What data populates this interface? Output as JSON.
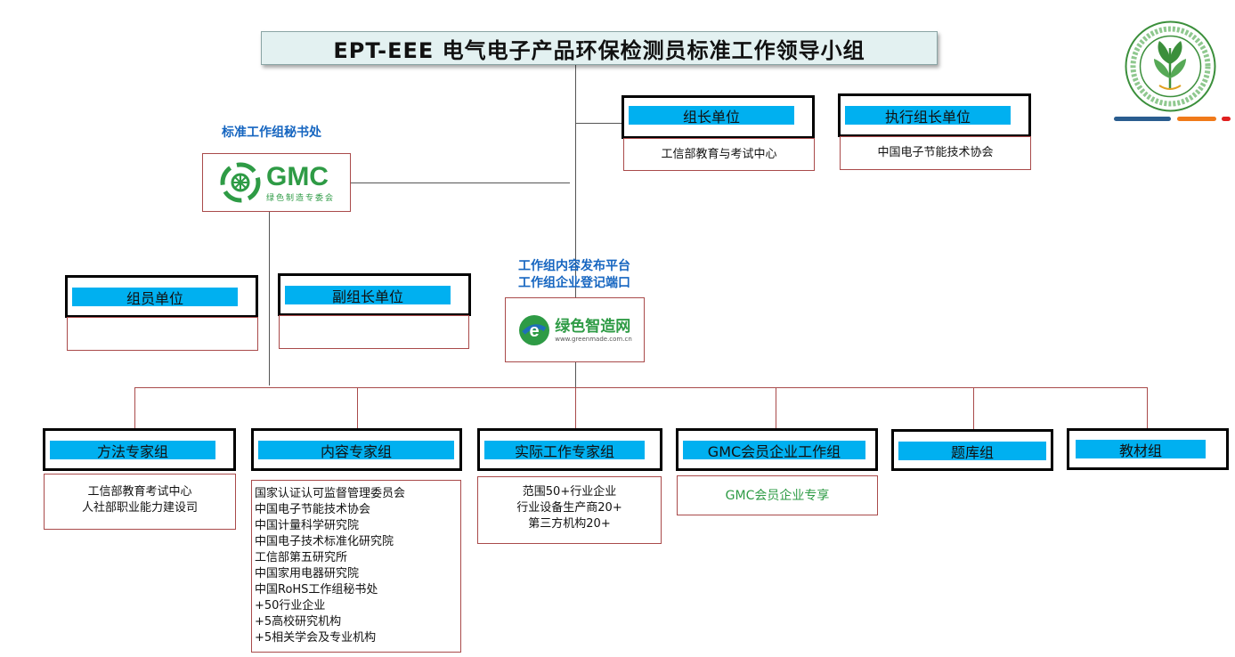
{
  "title": "EPT-EEE 电气电子产品环保检测员标准工作领导小组",
  "secretariat_label": "标准工作组秘书处",
  "gmc_logo": {
    "wordmark": "GMC",
    "tagline": "绿色制造专委会"
  },
  "platform_label_line1": "工作组内容发布平台",
  "platform_label_line2": "工作组企业登记端口",
  "greenmade_logo": {
    "wordmark": "绿色智造网",
    "url": "www.greenmade.com.cn"
  },
  "leader": {
    "title": "组长单位",
    "content": "工信部教育与考试中心"
  },
  "exec_leader": {
    "title": "执行组长单位",
    "content": "中国电子节能技术协会"
  },
  "member": {
    "title": "组员单位",
    "content": ""
  },
  "vice_leader": {
    "title": "副组长单位",
    "content": ""
  },
  "groups": {
    "method": {
      "title": "方法专家组",
      "lines": [
        "工信部教育考试中心",
        "人社部职业能力建设司"
      ]
    },
    "content": {
      "title": "内容专家组",
      "lines": [
        "国家认证认可监督管理委员会",
        "中国电子节能技术协会",
        "中国计量科学研究院",
        "中国电子技术标准化研究院",
        "工信部第五研究所",
        "中国家用电器研究院",
        "中国RoHS工作组秘书处",
        "+50行业企业",
        "+5高校研究机构",
        "+5相关学会及专业机构"
      ]
    },
    "practical": {
      "title": "实际工作专家组",
      "lines": [
        "范围50+行业企业",
        "行业设备生产商20+",
        "第三方机构20+"
      ]
    },
    "gmc_member": {
      "title": "GMC会员企业工作组",
      "lines": [
        "GMC会员企业专享"
      ]
    },
    "question_bank": {
      "title": "题库组"
    },
    "textbook": {
      "title": "教材组"
    }
  },
  "colors": {
    "header_bar": "#00b0f0",
    "border_red": "#a94a4a",
    "label_blue": "#1565c0",
    "gmc_green": "#2e9b45"
  },
  "association_logo": {
    "icon": "wheat-leaf-seal-icon"
  }
}
